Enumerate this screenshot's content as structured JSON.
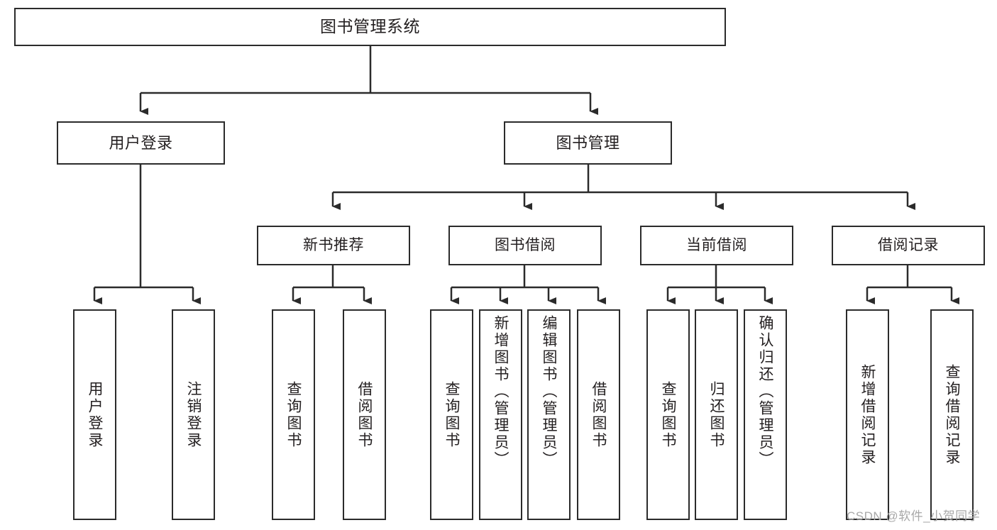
{
  "diagram": {
    "type": "tree-hierarchy-diagram",
    "title": "图书管理系统",
    "root": {
      "label": "图书管理系统"
    },
    "level2": [
      {
        "label": "用户登录"
      },
      {
        "label": "图书管理"
      }
    ],
    "level3": [
      {
        "label": "新书推荐"
      },
      {
        "label": "图书借阅"
      },
      {
        "label": "当前借阅"
      },
      {
        "label": "借阅记录"
      }
    ],
    "leaves": [
      {
        "label": "用户登录"
      },
      {
        "label": "注销登录"
      },
      {
        "label": "查询图书"
      },
      {
        "label": "借阅图书"
      },
      {
        "label": "查询图书"
      },
      {
        "label": "新增图书（管理员）"
      },
      {
        "label": "编辑图书（管理员）"
      },
      {
        "label": "借阅图书"
      },
      {
        "label": "查询图书"
      },
      {
        "label": "归还图书"
      },
      {
        "label": "确认归还（管理员）"
      },
      {
        "label": "新增借阅记录"
      },
      {
        "label": "查询借阅记录"
      }
    ]
  },
  "watermark": {
    "text": "CSDN @软件_小贺同学"
  },
  "colors": {
    "stroke": "#2b2b2b",
    "background": "#ffffff",
    "text": "#231f20",
    "watermark": "#a8a8a8"
  }
}
